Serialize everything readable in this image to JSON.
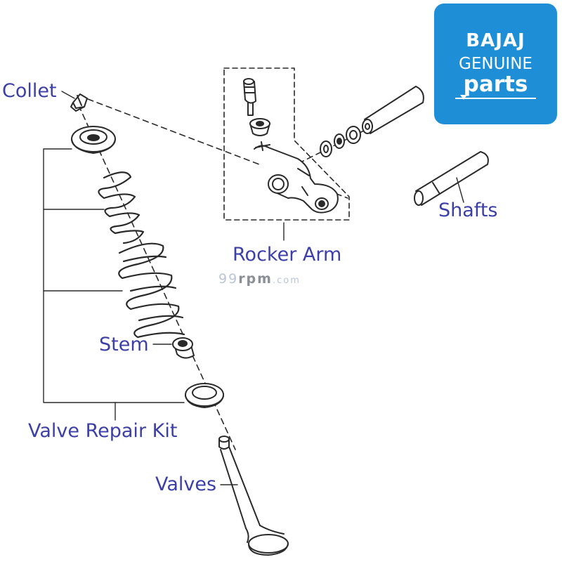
{
  "labels": {
    "collet": "Collet",
    "rocker_arm": "Rocker Arm",
    "shafts": "Shafts",
    "stem": "Stem",
    "valve_repair_kit": "Valve Repair Kit",
    "valves": "Valves"
  },
  "logo": {
    "brand": "BAJAJ",
    "line1": "GENUINE",
    "line2": "parts",
    "background": "#1e8fd6"
  },
  "watermark": {
    "part1": "99",
    "part2": "rpm",
    "part3": ".com"
  },
  "colors": {
    "label_text": "#3c3fa8",
    "line_art": "#2a2a2a"
  }
}
